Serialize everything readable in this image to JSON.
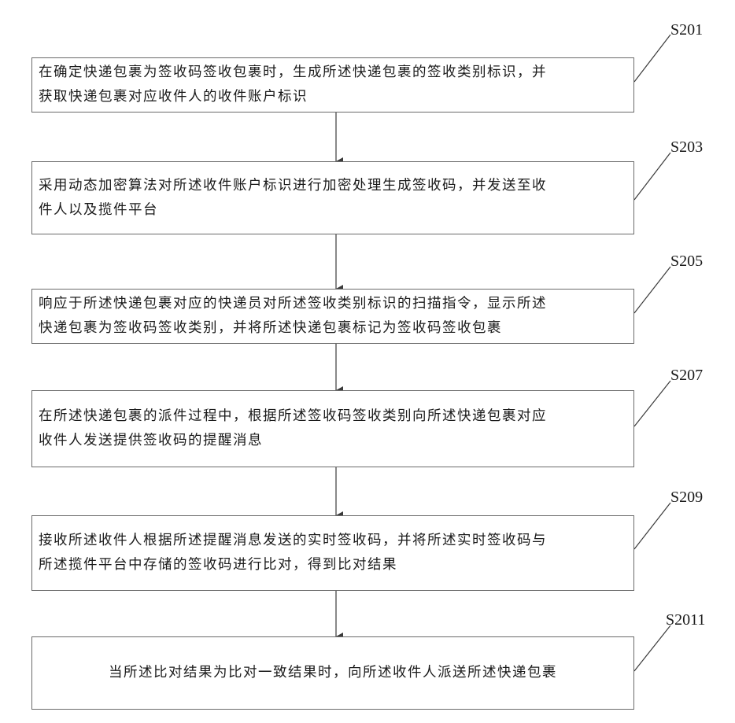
{
  "flowchart": {
    "steps": [
      {
        "id": "S201",
        "text": "在确定快递包裹为签收码签收包裹时，生成所述快递包裹的签收类别标识，并\n获取快递包裹对应收件人的收件账户标识"
      },
      {
        "id": "S203",
        "text": "采用动态加密算法对所述收件账户标识进行加密处理生成签收码，并发送至收\n件人以及揽件平台"
      },
      {
        "id": "S205",
        "text": "响应于所述快递包裹对应的快递员对所述签收类别标识的扫描指令，显示所述\n快递包裹为签收码签收类别，并将所述快递包裹标记为签收码签收包裹"
      },
      {
        "id": "S207",
        "text": "在所述快递包裹的派件过程中，根据所述签收码签收类别向所述快递包裹对应\n收件人发送提供签收码的提醒消息"
      },
      {
        "id": "S209",
        "text": "接收所述收件人根据所述提醒消息发送的实时签收码，并将所述实时签收码与\n所述揽件平台中存储的签收码进行比对，得到比对结果"
      },
      {
        "id": "S2011",
        "text": "当所述比对结果为比对一致结果时，向所述收件人派送所述快递包裹"
      }
    ]
  },
  "colors": {
    "line": "#3a3a3a",
    "box_border": "#6a6a6a",
    "text": "#1a1a1a"
  }
}
